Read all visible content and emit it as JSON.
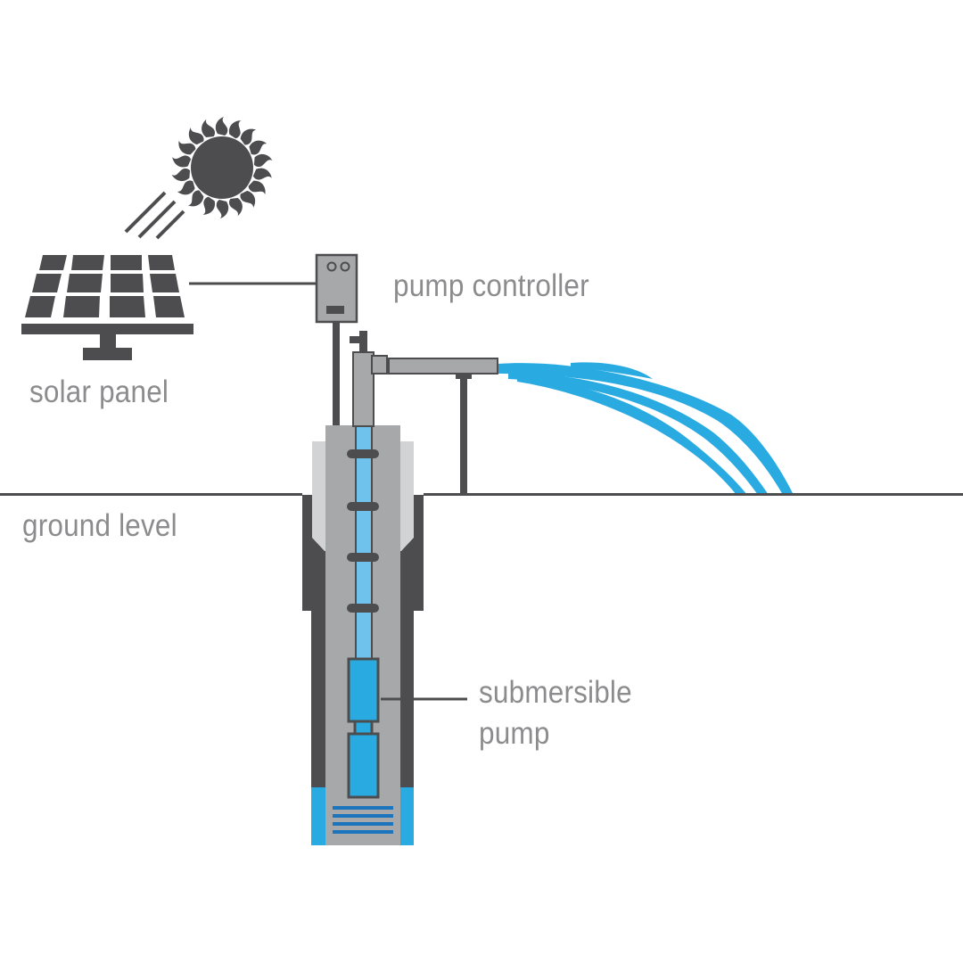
{
  "labels": {
    "solar_panel": "solar panel",
    "pump_controller": "pump controller",
    "ground_level": "ground level",
    "submersible_pump_line1": "submersible",
    "submersible_pump_line2": "pump"
  },
  "colors": {
    "dark_gray": "#4d4d4f",
    "mid_gray": "#a7a8aa",
    "light_gray": "#d2d3d5",
    "label_gray": "#8c8c8e",
    "water_blue": "#29abe2",
    "pipe_blue": "#6fc2ec",
    "deep_blue": "#1c75bc"
  },
  "icons": {
    "sun": "sun-icon",
    "solar_panel": "solar-panel-icon",
    "controller": "controller-box-icon",
    "pump": "submersible-pump-icon"
  }
}
